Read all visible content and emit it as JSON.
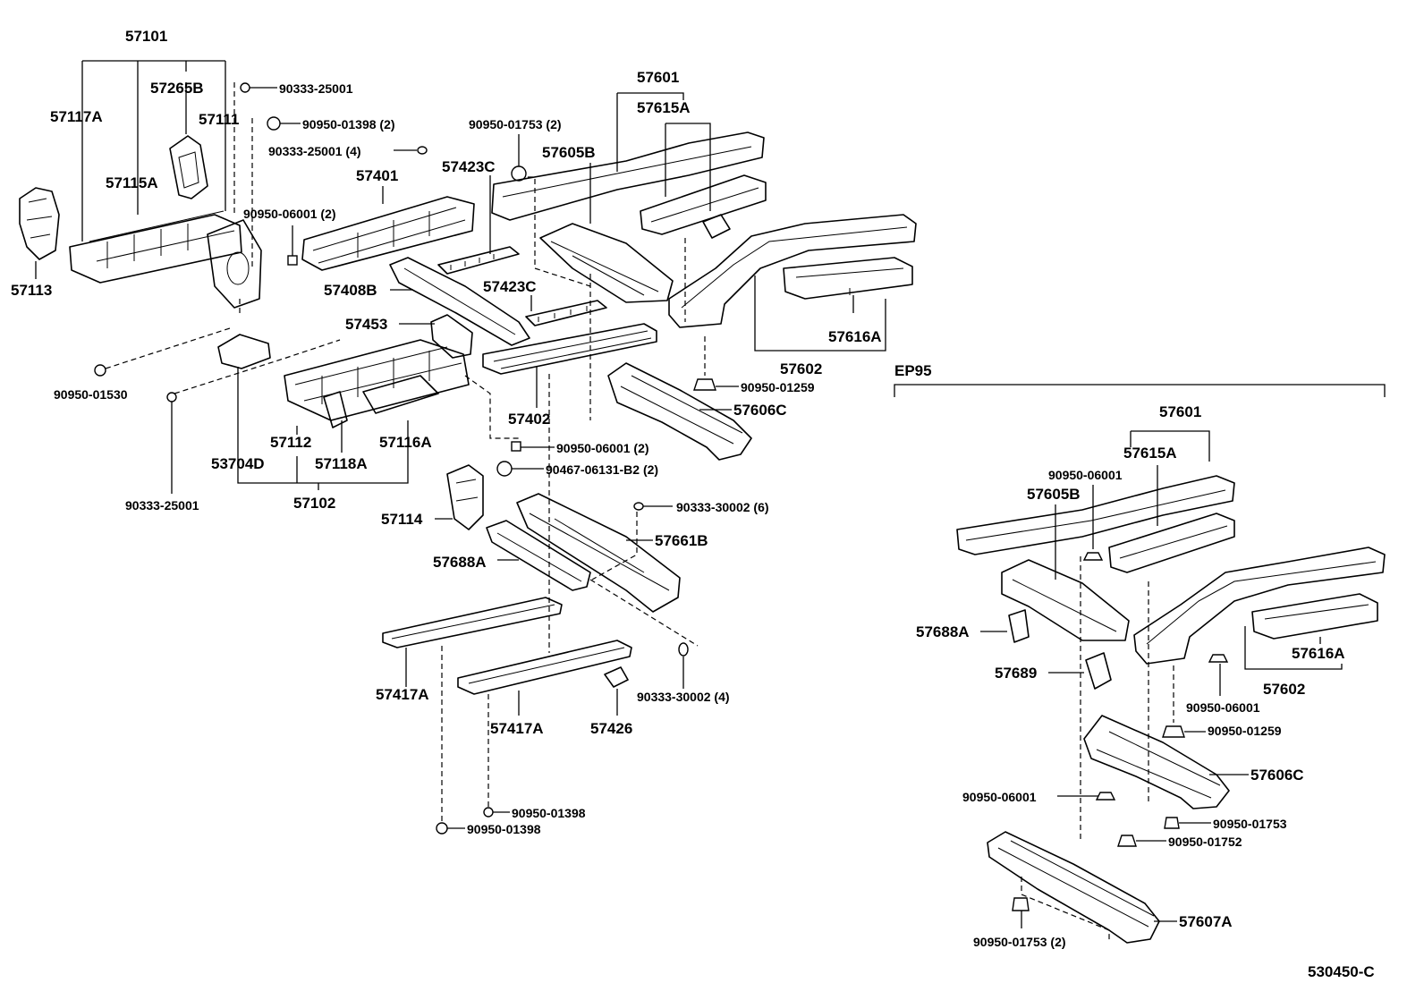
{
  "labels": {
    "p57101": "57101",
    "p57265B": "57265B",
    "p57117A": "57117A",
    "p57111": "57111",
    "p57115A": "57115A",
    "p57113": "57113",
    "p57401": "57401",
    "p57408B": "57408B",
    "p57453": "57453",
    "p57112": "57112",
    "p53704D": "53704D",
    "p57118A": "57118A",
    "p57116A": "57116A",
    "p57102": "57102",
    "p57423C_top": "57423C",
    "p57423C_mid": "57423C",
    "p57402": "57402",
    "p57601": "57601",
    "p57615A": "57615A",
    "p57605B": "57605B",
    "p57602": "57602",
    "p57616A": "57616A",
    "p57606C": "57606C",
    "p57114": "57114",
    "p57661B": "57661B",
    "p57688A": "57688A",
    "p57417A_left": "57417A",
    "p57417A_right": "57417A",
    "p57426": "57426",
    "f90333_25001_top": "90333-25001",
    "f90950_01398_2": "90950-01398 (2)",
    "f90333_25001_4": "90333-25001 (4)",
    "f90950_06001_2_top": "90950-06001 (2)",
    "f90950_01753_2_top": "90950-01753 (2)",
    "f90950_01530": "90950-01530",
    "f90333_25001_bot": "90333-25001",
    "f90950_01259": "90950-01259",
    "f90950_06001_2_mid": "90950-06001 (2)",
    "f90467_06131": "90467-06131-B2 (2)",
    "f90333_30002_6": "90333-30002 (6)",
    "f90333_30002_4": "90333-30002 (4)",
    "f90950_01398_a": "90950-01398",
    "f90950_01398_b": "90950-01398"
  },
  "ep95": {
    "title": "EP95",
    "p57601": "57601",
    "p57615A": "57615A",
    "f90950_06001_a": "90950-06001",
    "p57605B": "57605B",
    "p57688A": "57688A",
    "p57689": "57689",
    "p57616A": "57616A",
    "p57602": "57602",
    "f90950_06001_b": "90950-06001",
    "f90950_01259": "90950-01259",
    "p57606C": "57606C",
    "f90950_06001_c": "90950-06001",
    "f90950_01753": "90950-01753",
    "f90950_01752": "90950-01752",
    "p57607A": "57607A",
    "f90950_01753_2": "90950-01753 (2)"
  },
  "footer_code": "530450-C"
}
